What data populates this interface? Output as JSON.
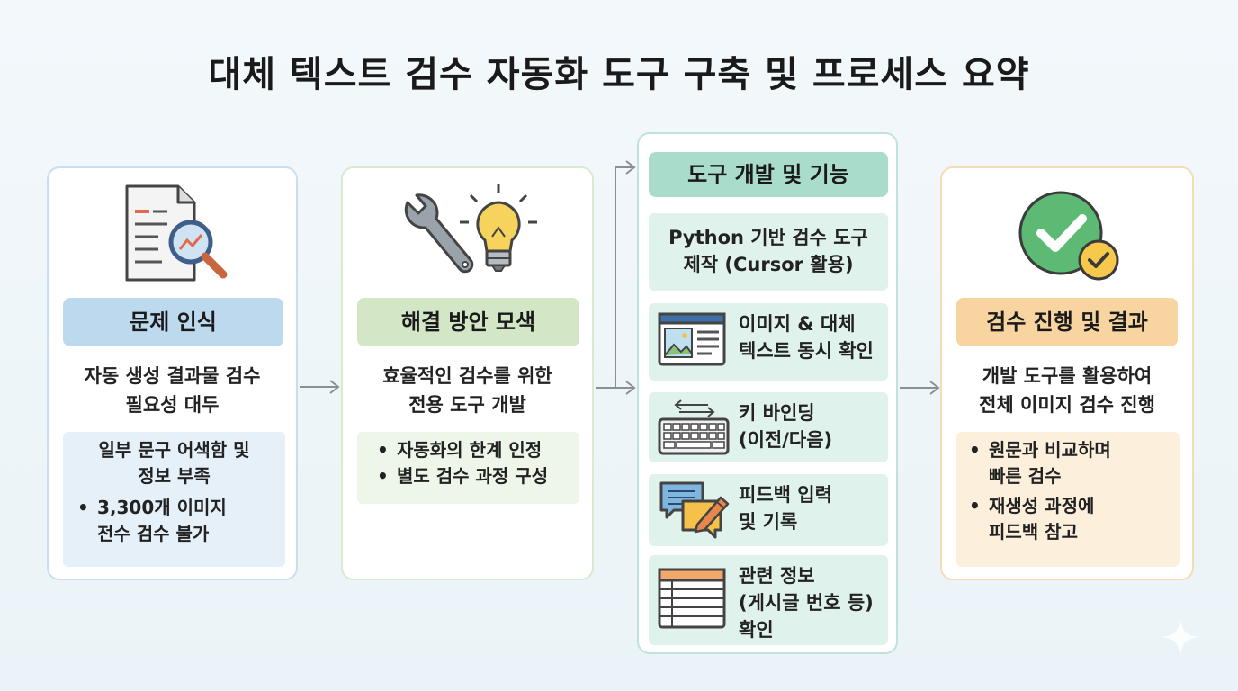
{
  "title": "대체 텍스트 검수 자동화 도구 구축 및 프로세스 요약",
  "step1": {
    "heading": "문제 인식",
    "desc": [
      "자동 생성 결과물 검수",
      "필요성 대두"
    ],
    "box_lines": [
      "일부 문구 어색함 및",
      "정보 부족"
    ],
    "bullet": [
      "3,300개 이미지",
      "전수 검수 불가"
    ]
  },
  "step2": {
    "heading": "해결 방안 모색",
    "desc": [
      "효율적인 검수를 위한",
      "전용 도구 개발"
    ],
    "bullets": [
      "자동화의 한계 인정",
      "별도 검수 과정 구성"
    ]
  },
  "step3": {
    "heading": "도구 개발 및 기능",
    "features": [
      {
        "lines": [
          "Python 기반 검수 도구",
          "제작 (Cursor 활용)"
        ],
        "icon": "none"
      },
      {
        "lines": [
          "이미지 & 대체",
          "텍스트 동시 확인"
        ],
        "icon": "image-text-window-icon"
      },
      {
        "lines": [
          "키 바인딩",
          "(이전/다음)"
        ],
        "icon": "keyboard-icon"
      },
      {
        "lines": [
          "피드백 입력",
          "및 기록"
        ],
        "icon": "chat-pencil-icon"
      },
      {
        "lines": [
          "관련 정보",
          "(게시글 번호 등)",
          "확인"
        ],
        "icon": "table-icon"
      }
    ]
  },
  "step4": {
    "heading": "검수 진행 및 결과",
    "desc": [
      "개발 도구를 활용하여",
      "전체 이미지 검수 진행"
    ],
    "bullets": [
      [
        "원문과 비교하며",
        "빠른 검수"
      ],
      [
        "재생성 과정에",
        "피드백 참고"
      ]
    ]
  },
  "bullet_char": "•",
  "colors": {
    "blue": "#bcd9ee",
    "green": "#d3e7c6",
    "teal": "#a9dccb",
    "orange": "#f8d4a0",
    "arrow": "#8a8f94"
  }
}
